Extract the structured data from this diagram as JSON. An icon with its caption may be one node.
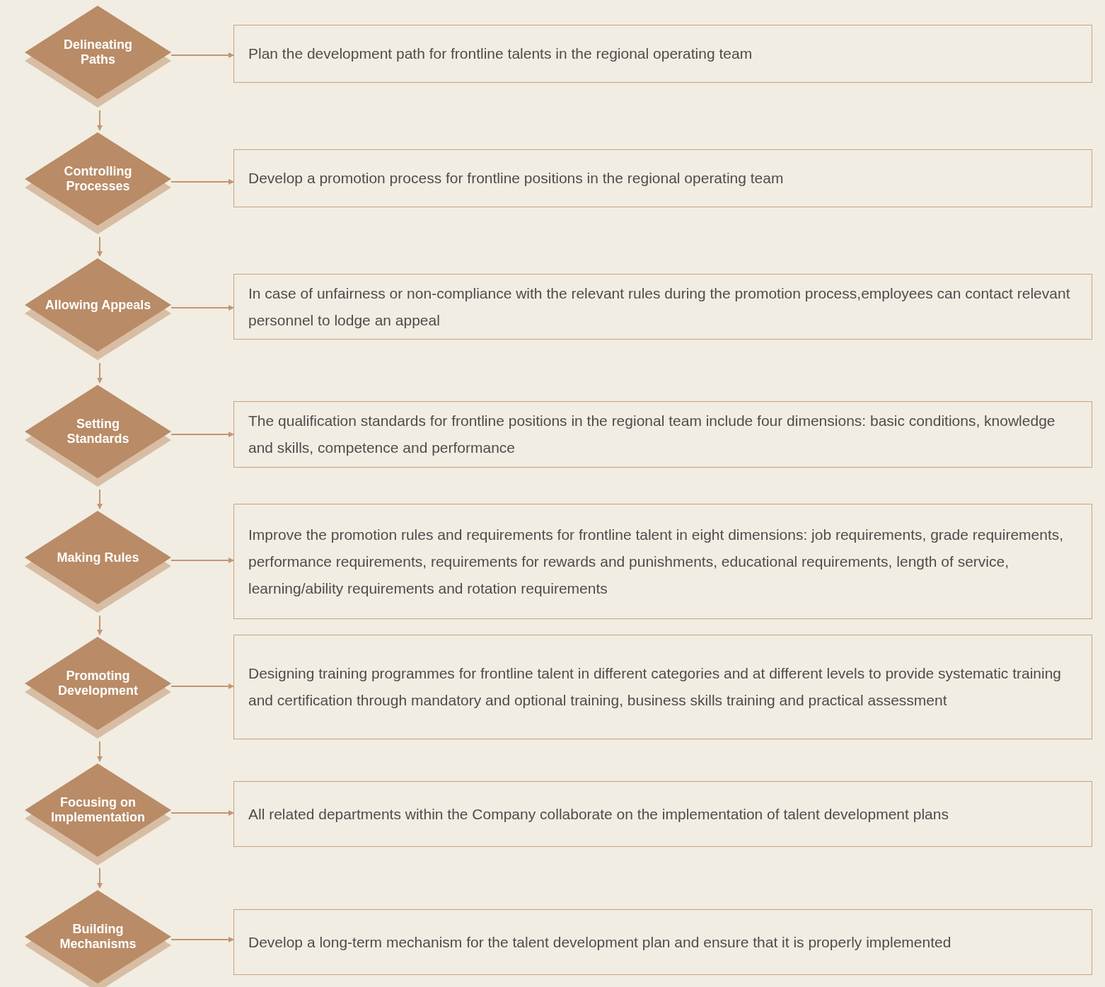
{
  "diagram": {
    "nodes": [
      {
        "text": [
          "Delineating Paths"
        ]
      },
      {
        "text": [
          "Plan the development path for frontline talents in the regional operating team"
        ]
      },
      {
        "text": [
          "Controlling Processes"
        ]
      },
      {
        "text": [
          "Develop a promotion process for frontline positions in the regional operating team"
        ]
      },
      {
        "text": [
          "Allowing Appeals"
        ]
      },
      {
        "text": [
          "In case of unfairness or non-compliance with the relevant rules during the promotion process,employees can contact relevant personnel to lodge an appeal"
        ]
      },
      {
        "text": [
          "Setting Standards"
        ]
      },
      {
        "text": [
          "The qualification standards for frontline positions in the regional team include four dimensions: basic conditions, knowledge and skills, competence and performance"
        ]
      },
      {
        "text": [
          "Making Rules"
        ]
      },
      {
        "text": [
          "Improve the promotion rules and requirements for frontline talent in eight dimensions: job requirements, grade requirements, performance requirements, requirements for rewards and punishments, educational requirements, length of service, learning/ability requirements and rotation requirements"
        ]
      },
      {
        "text": [
          "Promoting Development"
        ]
      },
      {
        "text": [
          "Designing training programmes for frontline talent in different categories and at different levels to provide systematic training and certification through mandatory and optional training, business skills training and practical assessment"
        ]
      },
      {
        "text": [
          "Focusing on Implementation"
        ]
      },
      {
        "text": [
          "All related departments within the Company collaborate on the implementation of talent development plans"
        ]
      },
      {
        "text": [
          "Building Mechanisms"
        ]
      },
      {
        "text": [
          "Develop a long-term mechanism for the talent development plan and ensure that it is properly implemented"
        ]
      }
    ],
    "edges": [
      {
        "from": 0,
        "to": 1,
        "arrow": "to"
      },
      {
        "from": 0,
        "to": 2,
        "arrow": "to"
      },
      {
        "from": 2,
        "to": 3,
        "arrow": "to"
      },
      {
        "from": 2,
        "to": 4,
        "arrow": "to"
      },
      {
        "from": 4,
        "to": 5,
        "arrow": "to"
      },
      {
        "from": 4,
        "to": 6,
        "arrow": "to"
      },
      {
        "from": 6,
        "to": 7,
        "arrow": "to"
      },
      {
        "from": 6,
        "to": 8,
        "arrow": "to"
      },
      {
        "from": 8,
        "to": 9,
        "arrow": "to"
      },
      {
        "from": 8,
        "to": 10,
        "arrow": "to"
      },
      {
        "from": 10,
        "to": 11,
        "arrow": "to"
      },
      {
        "from": 10,
        "to": 12,
        "arrow": "to"
      },
      {
        "from": 12,
        "to": 13,
        "arrow": "to"
      },
      {
        "from": 12,
        "to": 14,
        "arrow": "to"
      },
      {
        "from": 14,
        "to": 15,
        "arrow": "to"
      }
    ]
  }
}
